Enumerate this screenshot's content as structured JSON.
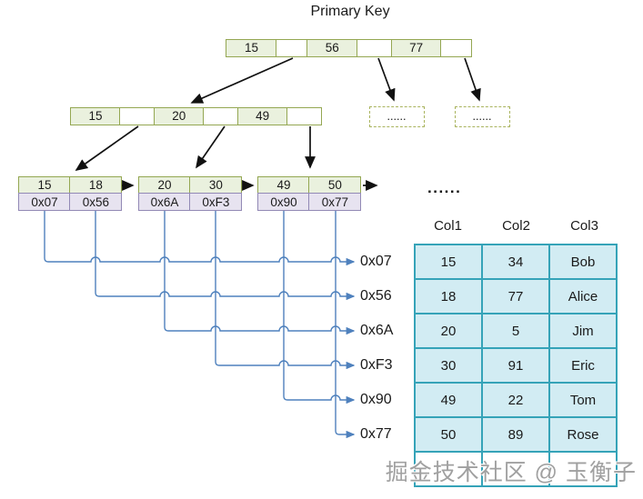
{
  "title": "Primary Key",
  "colors": {
    "key_cell_fill": "#eaf1de",
    "key_cell_border": "#94a752",
    "addr_cell_fill": "#e7e3f0",
    "addr_cell_border": "#9289b5",
    "dashed_border": "#a9b45e",
    "table_fill": "#d2ecf3",
    "table_border": "#35a3b8",
    "connector_blue": "#4f81bd",
    "arrow_black": "#111111",
    "watermark_gray": "#a0a0a0"
  },
  "tree": {
    "root": {
      "keys": [
        "15",
        "56",
        "77"
      ]
    },
    "internal": {
      "keys": [
        "15",
        "20",
        "49"
      ]
    },
    "dashed_nodes": [
      "......",
      "......"
    ],
    "leaves": [
      {
        "keys": [
          "15",
          "18"
        ],
        "ptrs": [
          "0x07",
          "0x56"
        ]
      },
      {
        "keys": [
          "20",
          "30"
        ],
        "ptrs": [
          "0x6A",
          "0xF3"
        ]
      },
      {
        "keys": [
          "49",
          "50"
        ],
        "ptrs": [
          "0x90",
          "0x77"
        ]
      }
    ],
    "leaf_ellipsis": "......"
  },
  "pointer_labels": [
    "0x07",
    "0x56",
    "0x6A",
    "0xF3",
    "0x90",
    "0x77"
  ],
  "table": {
    "columns": [
      "Col1",
      "Col2",
      "Col3"
    ],
    "rows": [
      [
        "15",
        "34",
        "Bob"
      ],
      [
        "18",
        "77",
        "Alice"
      ],
      [
        "20",
        "5",
        "Jim"
      ],
      [
        "30",
        "91",
        "Eric"
      ],
      [
        "49",
        "22",
        "Tom"
      ],
      [
        "50",
        "89",
        "Rose"
      ]
    ]
  },
  "watermark": "掘金技术社区 @ 玉衡子"
}
